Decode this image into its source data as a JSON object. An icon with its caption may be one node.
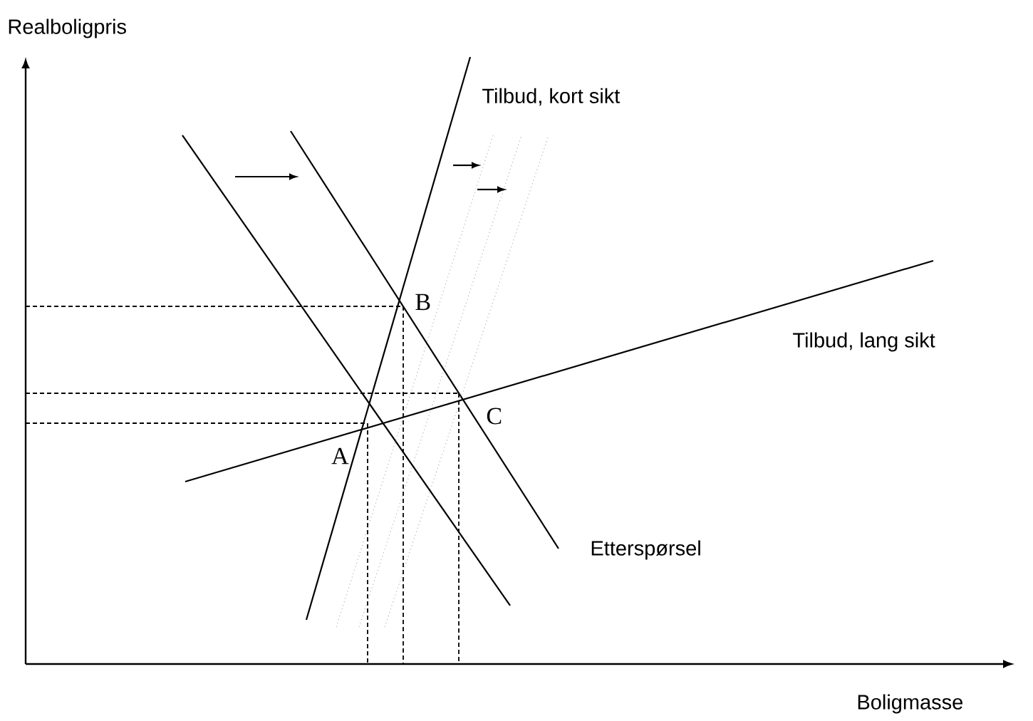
{
  "diagram": {
    "labels": [
      "Realboligpris",
      "Tilbud, kort sikt",
      "B",
      "Tilbud, lang sikt",
      "C",
      "A",
      "Etterspørsel",
      "Boligmasse"
    ]
  }
}
